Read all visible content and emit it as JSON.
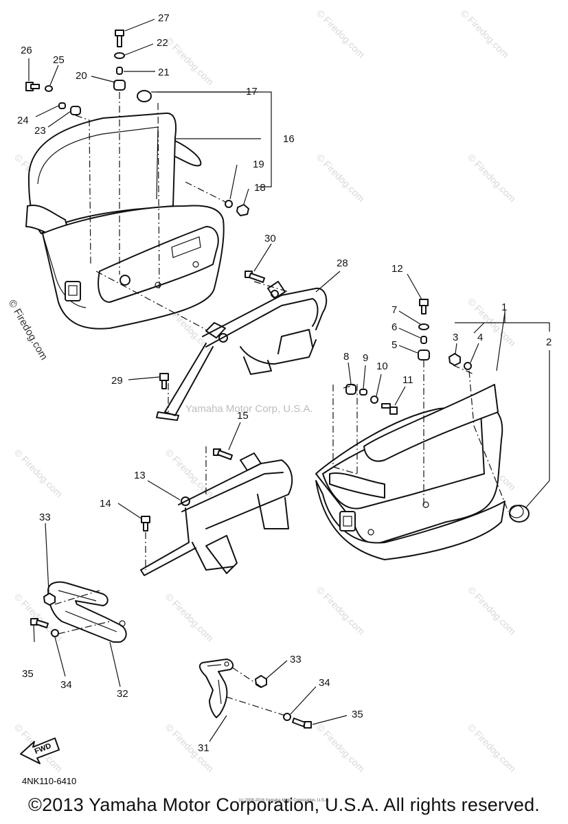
{
  "watermark": {
    "center_text": "Yamaha Motor Corp, U.S.A.",
    "side_text": "© Firedog.com",
    "repeat_text": "© Firedog.com"
  },
  "diagram_code": "4NK110-6410",
  "fwd_label": "FWD",
  "callouts": {
    "n1": "1",
    "n2": "2",
    "n3": "3",
    "n4": "4",
    "n5": "5",
    "n6": "6",
    "n7": "7",
    "n8": "8",
    "n9": "9",
    "n10": "10",
    "n11": "11",
    "n12": "12",
    "n13": "13",
    "n14": "14",
    "n15": "15",
    "n16": "16",
    "n17": "17",
    "n18": "18",
    "n19": "19",
    "n20": "20",
    "n21": "21",
    "n22": "22",
    "n23": "23",
    "n24": "24",
    "n25": "25",
    "n26": "26",
    "n27": "27",
    "n28": "28",
    "n29": "29",
    "n30": "30",
    "n31": "31",
    "n32": "32",
    "n33": "33",
    "n34": "34",
    "n35": "35"
  },
  "footer": {
    "copyright": "©2013 Yamaha Motor Corporation, U.S.A. All rights reserved.",
    "small_credit": "(c) 2008-2016 Yamaha Motor Corporation, U.S.A."
  }
}
